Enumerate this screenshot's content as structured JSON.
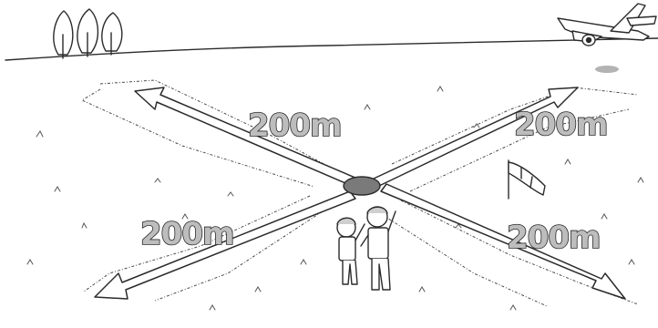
{
  "labels": {
    "upper_left": "200m",
    "upper_right": "200m",
    "lower_left": "200m",
    "lower_right": "200m"
  },
  "icons": [
    "trees",
    "horizon",
    "model-airplane",
    "shadow",
    "windsock",
    "center-marker",
    "two-children",
    "arrows"
  ]
}
